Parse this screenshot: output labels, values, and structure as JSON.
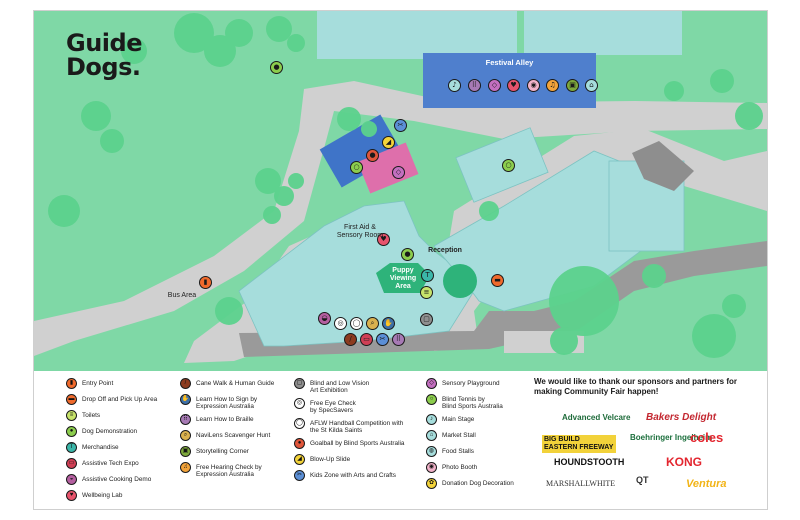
{
  "brand": {
    "line1": "Guide",
    "line2": "Dogs."
  },
  "map_labels": {
    "festival_alley": "Festival Alley",
    "first_aid": "First Aid &\nSensory Room",
    "reception": "Reception",
    "puppy_area": "Puppy\nViewing\nArea",
    "bus_area": "Bus Area"
  },
  "colors": {
    "grass": "#7fd8a6",
    "tree": "#5cd28d",
    "building": "#a6dddc",
    "path": "#d0d0d0",
    "festival_alley": "#4f7fcd",
    "pink_tent": "#de6fab",
    "blue_tent": "#3f74c8"
  },
  "legend": {
    "col1": [
      {
        "label": "Entry Point",
        "color": "#f06a2c",
        "icon": "door-icon"
      },
      {
        "label": "Drop Off and Pick Up Area",
        "color": "#f06a2c",
        "icon": "car-icon"
      },
      {
        "label": "Toilets",
        "color": "#c7e36b",
        "icon": "toilet-icon"
      },
      {
        "label": "Dog Demonstration",
        "color": "#8ccd4d",
        "icon": "dog-icon"
      },
      {
        "label": "Merchandise",
        "color": "#3bb6a9",
        "icon": "tshirt-icon"
      },
      {
        "label": "Assistive Tech Expo",
        "color": "#cf3f55",
        "icon": "device-icon"
      },
      {
        "label": "Assistive Cooking Demo",
        "color": "#b45fa0",
        "icon": "pot-icon"
      },
      {
        "label": "Wellbeing Lab",
        "color": "#e7536c",
        "icon": "heart-icon"
      }
    ],
    "col2": [
      {
        "label": "Cane Walk & Human Guide",
        "color": "#8c3b1f",
        "icon": "cane-icon"
      },
      {
        "label": "Learn How to Sign by\nExpression Australia",
        "color": "#3e6fa6",
        "icon": "hand-sign-icon"
      },
      {
        "label": "Learn How to Braille",
        "color": "#a77ab5",
        "icon": "braille-icon"
      },
      {
        "label": "NaviLens Scavenger Hunt",
        "color": "#d9b14e",
        "icon": "magnifier-icon"
      },
      {
        "label": "Storytelling Corner",
        "color": "#7da83c",
        "icon": "book-icon"
      },
      {
        "label": "Free Hearing Check by\nExpression Australia",
        "color": "#f2a33a",
        "icon": "ear-icon"
      }
    ],
    "col3": [
      {
        "label": "Blind and Low Vision\nArt Exhibition",
        "color": "#8f8f8f",
        "icon": "frame-icon"
      },
      {
        "label": "Free Eye Check\nby SpecSavers",
        "color": "#ffffff",
        "icon": "eye-icon"
      },
      {
        "label": "AFLW Handball Competition with\nthe St Kilda Saints",
        "color": "#ffffff",
        "icon": "football-icon"
      },
      {
        "label": "Goalball by Blind Sports Australia",
        "color": "#e0563b",
        "icon": "goalball-icon"
      },
      {
        "label": "Blow-Up Slide",
        "color": "#f4d43a",
        "icon": "slide-icon"
      },
      {
        "label": "Kids Zone with Arts and Crafts",
        "color": "#5b8fd6",
        "icon": "crafts-icon"
      }
    ],
    "col4": [
      {
        "label": "Sensory Playground",
        "color": "#c36fc0",
        "icon": "swing-icon"
      },
      {
        "label": "Blind Tennis by\nBlind Sports Australia",
        "color": "#8ccd4d",
        "icon": "tennis-icon"
      },
      {
        "label": "Main Stage",
        "color": "#a6dddc",
        "icon": "stage-icon"
      },
      {
        "label": "Market Stall",
        "color": "#a6dddc",
        "icon": "stall-icon"
      },
      {
        "label": "Food Stalls",
        "color": "#a6dddc",
        "icon": "food-icon"
      },
      {
        "label": "Photo Booth",
        "color": "#f1b2c9",
        "icon": "camera-icon"
      },
      {
        "label": "Donation Dog Decoration",
        "color": "#f4d43a",
        "icon": "paw-icon"
      }
    ]
  },
  "sponsors": {
    "heading": "We would like to thank our sponsors and partners for making Community Fair happen!",
    "names": [
      {
        "text": "Advanced Velcare",
        "color": "#1e6b3a"
      },
      {
        "text": "Bakers Delight",
        "color": "#c3262f"
      },
      {
        "text": "BIG BUILD EASTERN FREEWAY",
        "color": "#111111"
      },
      {
        "text": "Boehringer Ingelheim",
        "color": "#1b6f3c"
      },
      {
        "text": "coles",
        "color": "#e3262f"
      },
      {
        "text": "HOUNDSTOOTH",
        "color": "#111111"
      },
      {
        "text": "KONG",
        "color": "#e3262f"
      },
      {
        "text": "MARSHALLWHITE",
        "color": "#333333"
      },
      {
        "text": "QT",
        "color": "#333333"
      },
      {
        "text": "Ventura",
        "color": "#f2b417"
      }
    ]
  }
}
